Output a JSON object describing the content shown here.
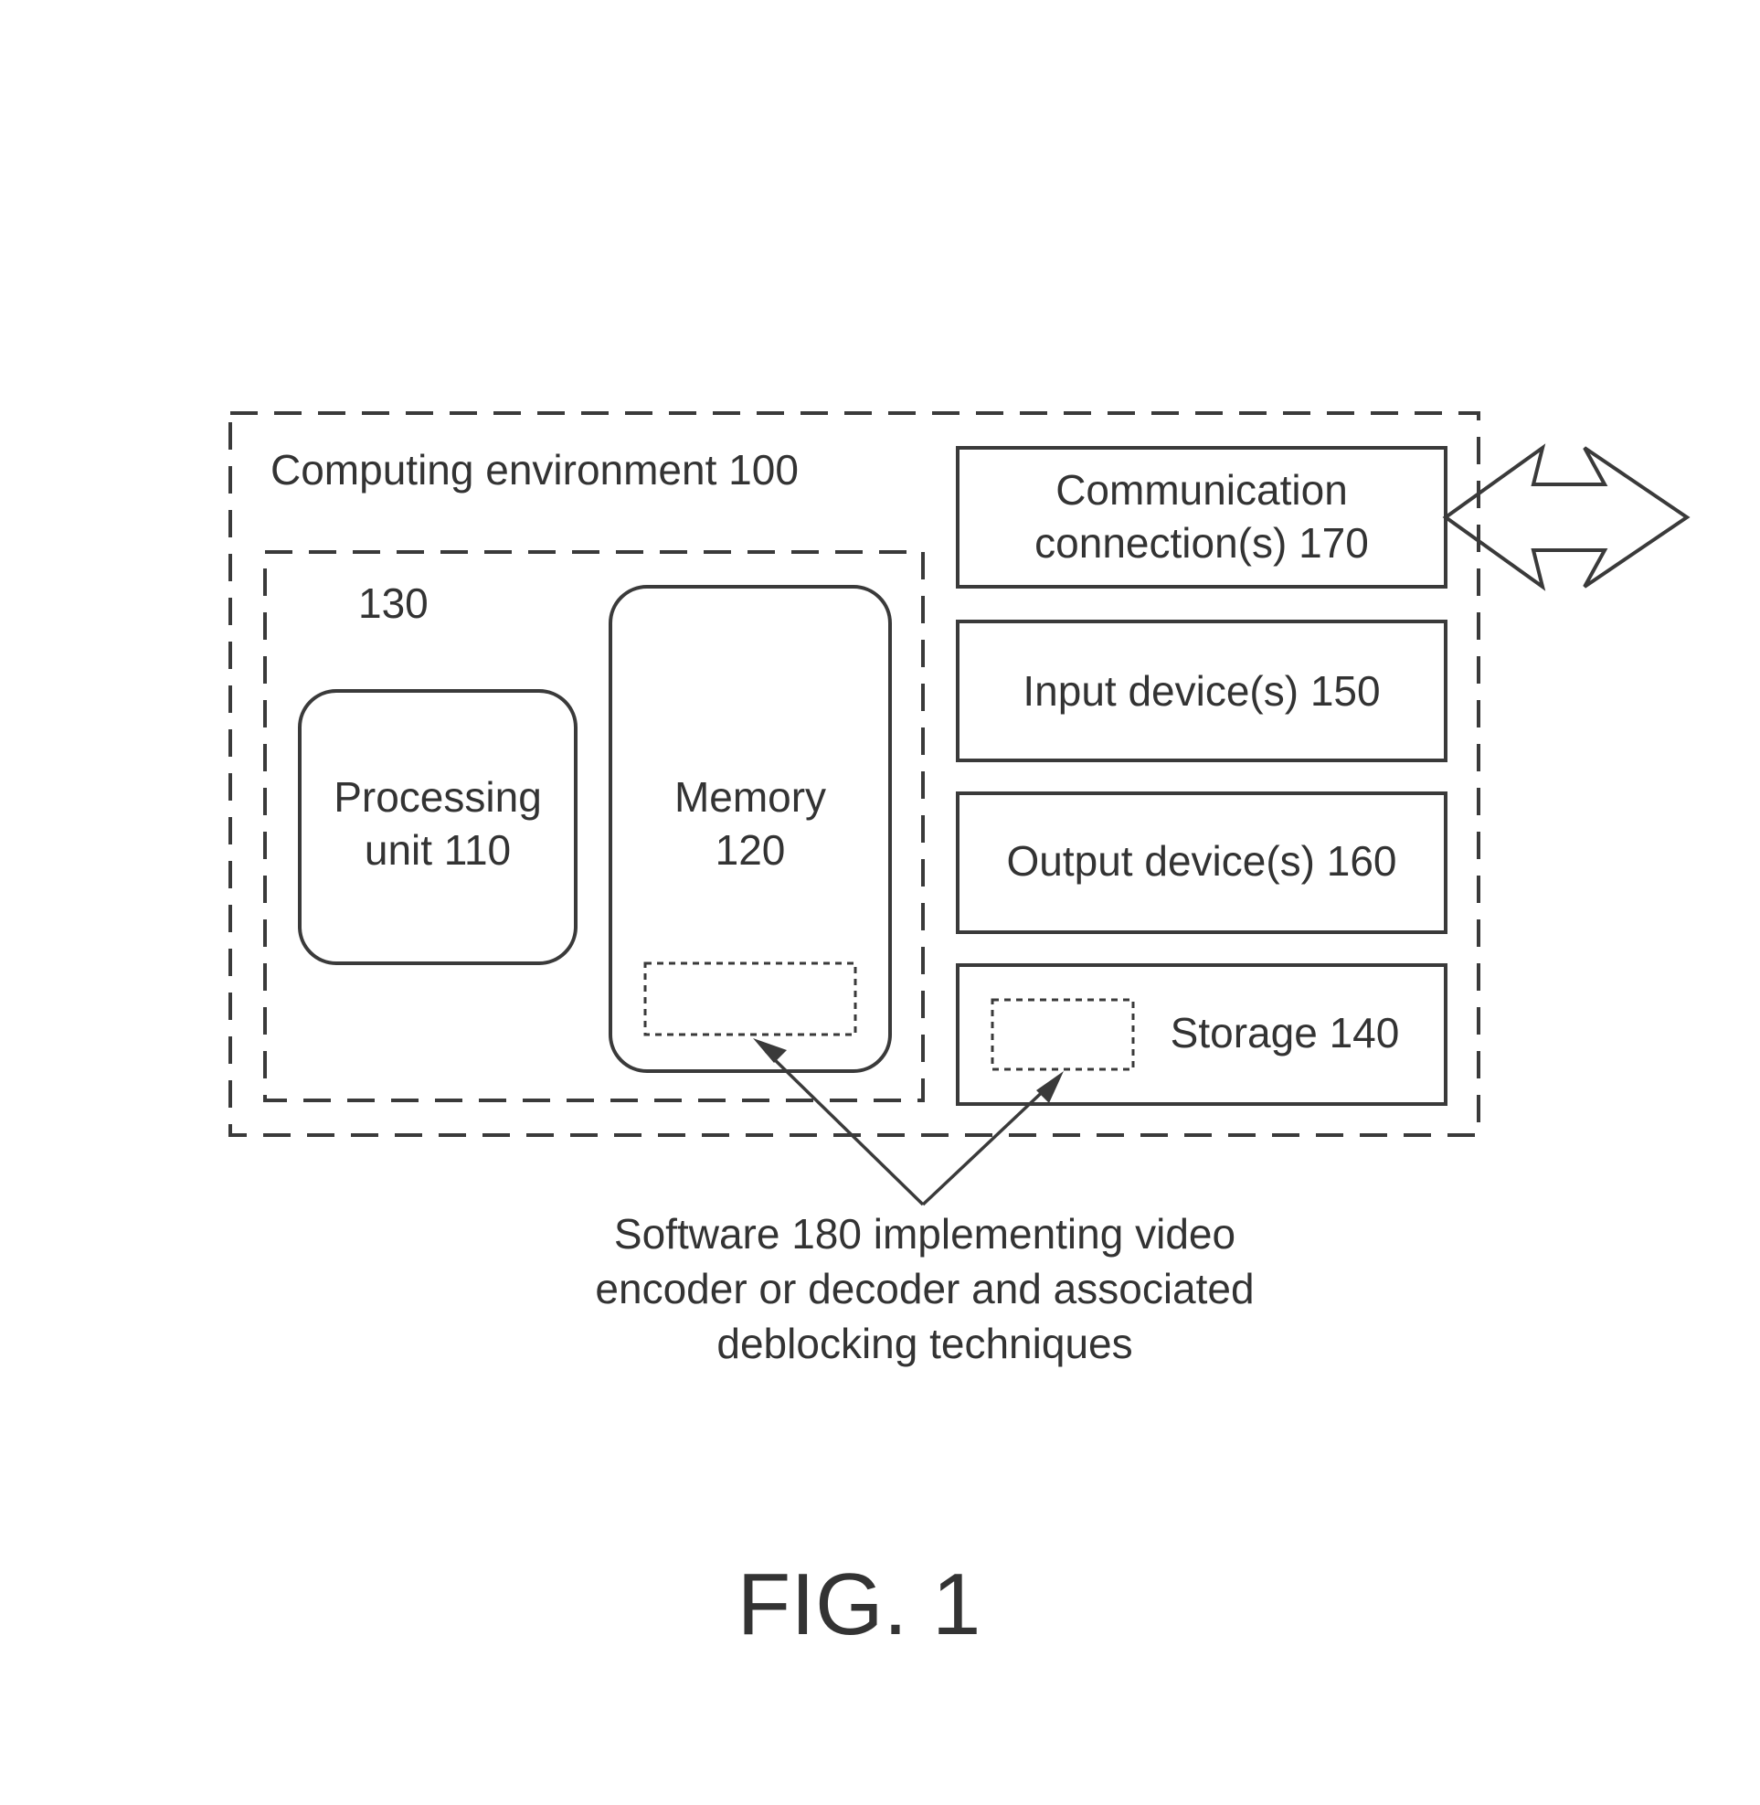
{
  "environment": {
    "label": "Computing environment 100"
  },
  "core_group": {
    "label": "130"
  },
  "processing_unit": {
    "line1": "Processing",
    "line2": "unit 110"
  },
  "memory": {
    "line1": "Memory",
    "line2": "120"
  },
  "communication": {
    "line1": "Communication",
    "line2": "connection(s) 170"
  },
  "input_devices": {
    "label": "Input device(s) 150"
  },
  "output_devices": {
    "label": "Output device(s) 160"
  },
  "storage": {
    "label": "Storage 140"
  },
  "software": {
    "line1": "Software 180 implementing video",
    "line2": "encoder or decoder and associated",
    "line3": "deblocking techniques"
  },
  "figure": {
    "label": "FIG. 1"
  },
  "colors": {
    "stroke": "#3a3a3a",
    "text": "#333333",
    "background": "#ffffff"
  }
}
